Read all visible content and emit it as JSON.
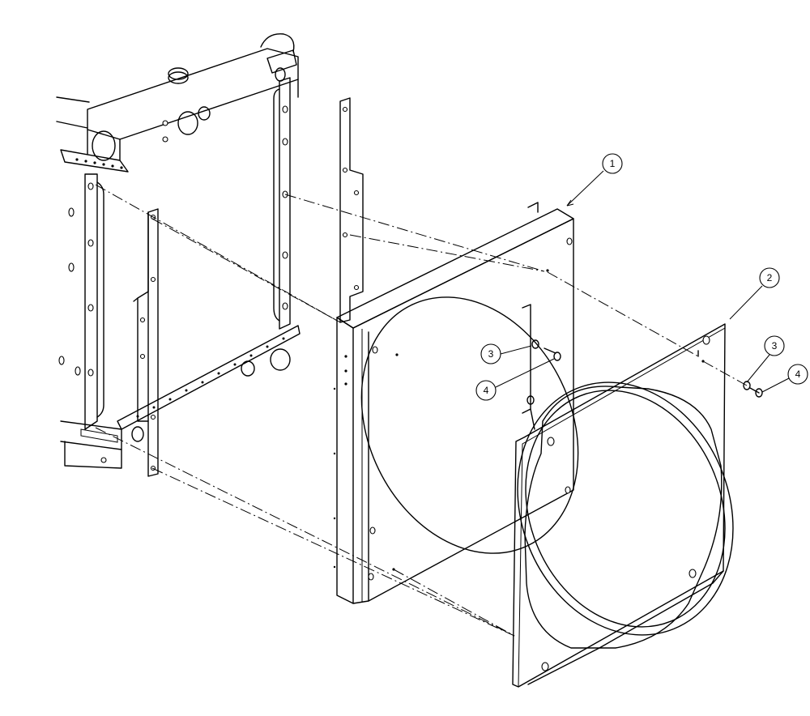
{
  "callouts": [
    {
      "id": "c1",
      "label": "1"
    },
    {
      "id": "c2",
      "label": "2"
    },
    {
      "id": "c3a",
      "label": "3"
    },
    {
      "id": "c4a",
      "label": "4"
    },
    {
      "id": "c3b",
      "label": "3"
    },
    {
      "id": "c4b",
      "label": "4"
    }
  ]
}
